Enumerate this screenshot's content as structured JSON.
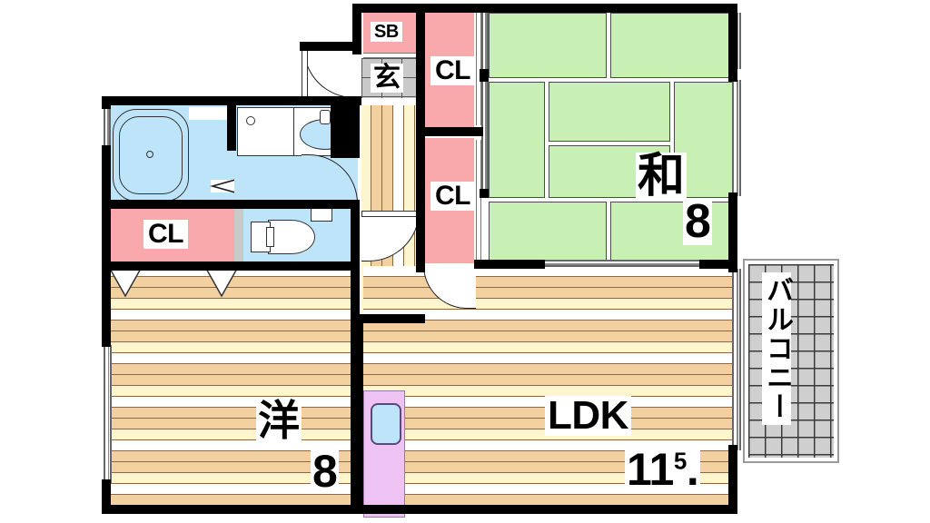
{
  "plan": {
    "type": "japanese-apartment-floor-plan",
    "layout_name": "2LDK",
    "rooms": [
      {
        "id": "washitsu",
        "label": "和",
        "size": "8",
        "unit": "jo",
        "kind": "japanese-tatami-room",
        "fill": "#c8f0b4"
      },
      {
        "id": "yoshitsu",
        "label": "洋",
        "size": "8",
        "unit": "jo",
        "kind": "western-room",
        "fill": "wood"
      },
      {
        "id": "ldk",
        "label": "LDK",
        "size": "11",
        "size_decimal": "5",
        "unit": "jo",
        "kind": "living-dining-kitchen",
        "fill": "wood"
      },
      {
        "id": "genkan",
        "label": "玄",
        "kind": "entrance",
        "fill": "#c9c9c9"
      },
      {
        "id": "balcony",
        "label": "バルコニー",
        "kind": "balcony",
        "fill": "#cfcfcf"
      }
    ],
    "closets": [
      {
        "id": "cl-hall",
        "label": "CL"
      },
      {
        "id": "cl-entry",
        "label": "CL"
      },
      {
        "id": "cl-mid",
        "label": "CL"
      },
      {
        "id": "sb",
        "label": "SB",
        "note": "shoe-box"
      }
    ],
    "fixtures": [
      {
        "id": "bathtub",
        "kind": "bathtub"
      },
      {
        "id": "washbasin",
        "kind": "vanity-washbasin"
      },
      {
        "id": "toilet",
        "kind": "toilet"
      },
      {
        "id": "kitchen-sink",
        "kind": "kitchen-sink"
      },
      {
        "id": "washer-space",
        "kind": "washing-machine-space"
      }
    ],
    "labels": {
      "washitsu_kanji": "和",
      "washitsu_size": "8",
      "yoshitsu_kanji": "洋",
      "yoshitsu_size": "8",
      "ldk": "LDK",
      "ldk_size": "11",
      "ldk_size_frac": "5",
      "ldk_size_dot": ".",
      "genkan": "玄",
      "shoebox": "SB",
      "closet": "CL",
      "balcony": "バルコニー"
    },
    "colors": {
      "wall": "#000000",
      "closet_pink": "#f9a8ab",
      "tatami_green": "#c8f0b4",
      "water_blue": "#bde4f8",
      "kitchen_violet": "#eec2f2",
      "tile_gray": "#c9c9c9",
      "balcony_gray": "#cfcfcf",
      "floor_tan": "#f2d0a0",
      "floor_cream": "#fdf5cd",
      "floor_line": "#8a6a44",
      "background": "#ffffff"
    }
  }
}
